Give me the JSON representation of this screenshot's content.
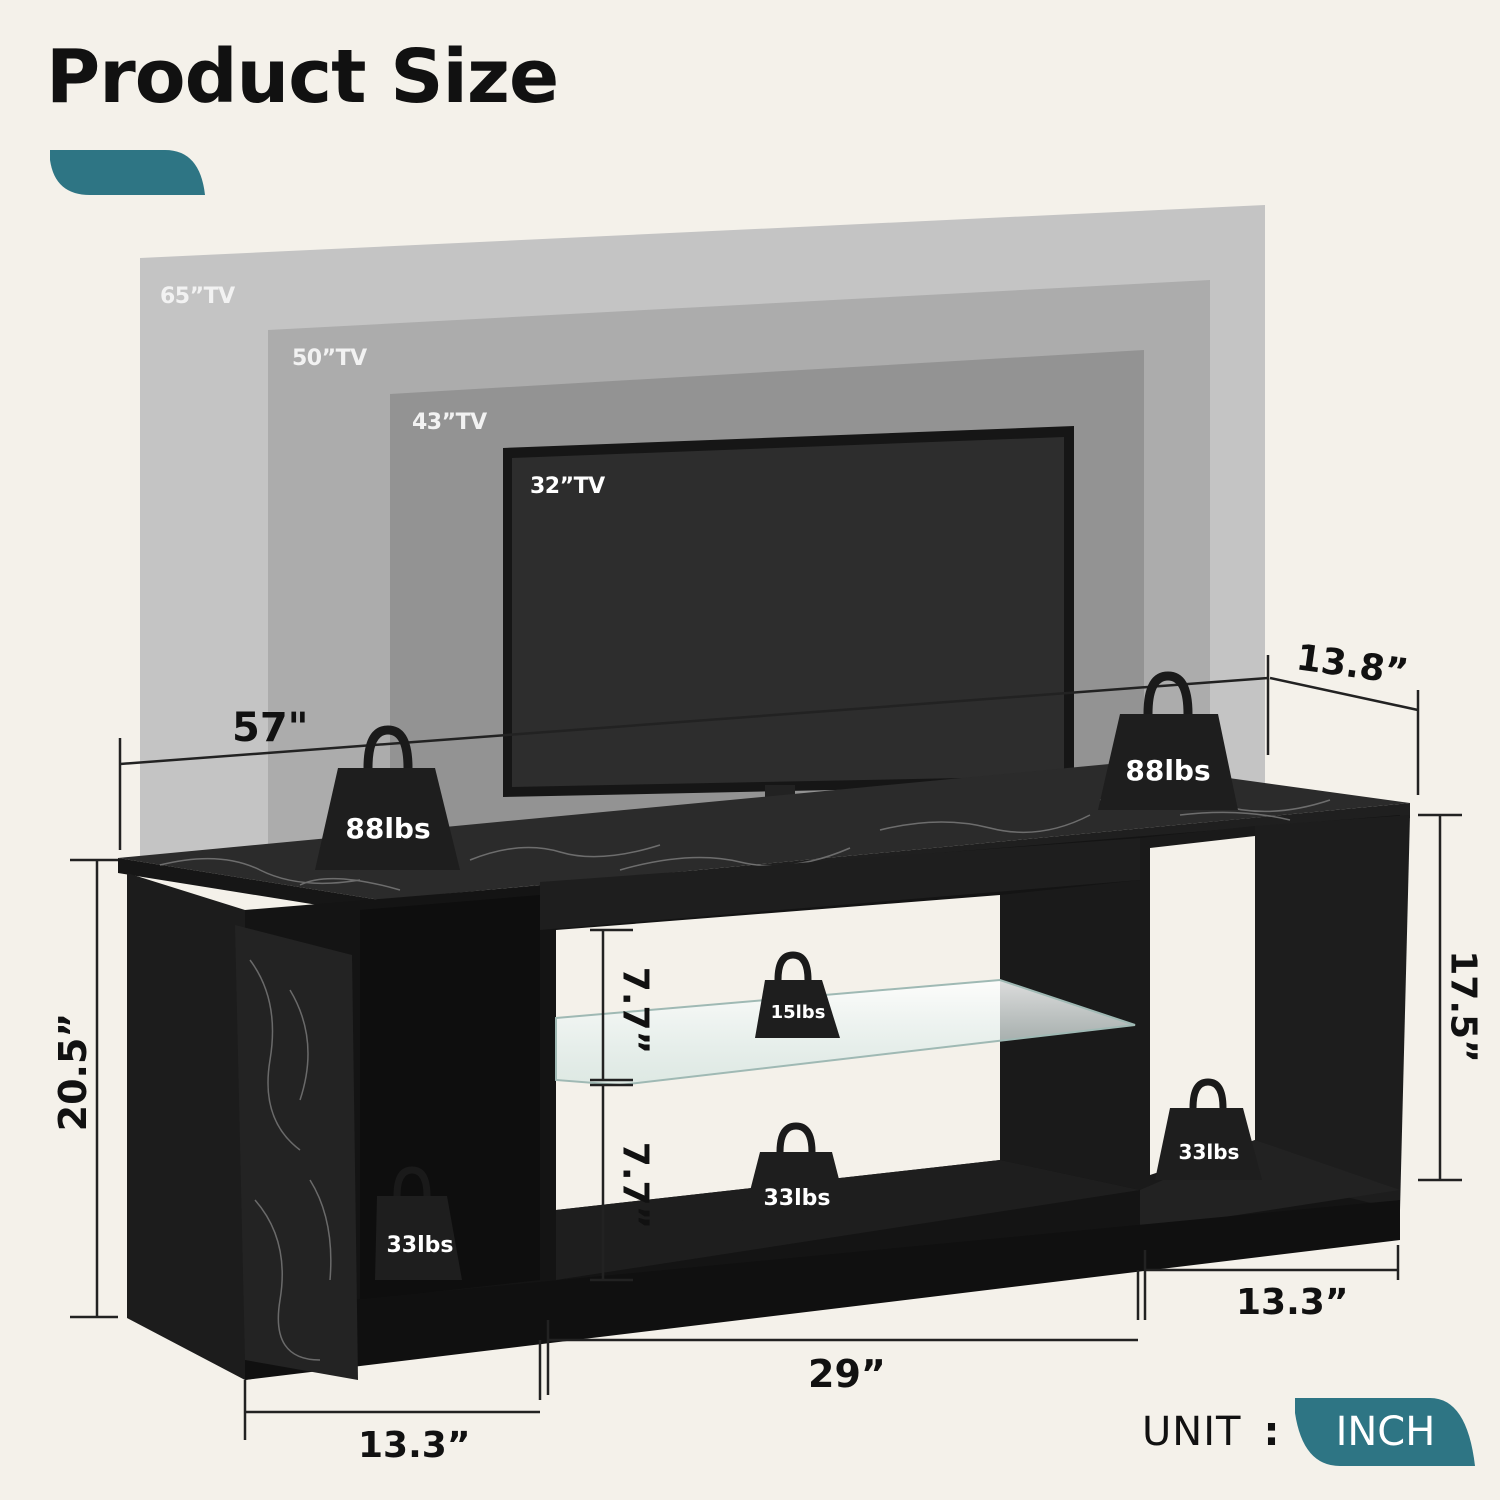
{
  "title": "Product Size",
  "colors": {
    "background": "#f4f1ea",
    "accent": "#2e7584",
    "furniture": "#1b1b1b",
    "tv_screen": "#2b2b2b",
    "weight_fill": "#1e1e1e"
  },
  "tv_sizes": [
    {
      "label": "65”TV",
      "color": "#f2f2f2"
    },
    {
      "label": "50”TV",
      "color": "#f2f2f2"
    },
    {
      "label": "43”TV",
      "color": "#f2f2f2"
    },
    {
      "label": "32”TV",
      "color": "#ffffff"
    }
  ],
  "dimensions": {
    "overall_width": "57\"",
    "overall_depth": "13.8”",
    "overall_height": "20.5”",
    "right_height": "17.5”",
    "shelf_top_height": "7.7”",
    "shelf_bottom_height": "7.7”",
    "left_width": "13.3”",
    "middle_width": "29”",
    "right_width": "13.3”"
  },
  "weights": {
    "top_left": "88lbs",
    "top_right": "88lbs",
    "glass_shelf": "15lbs",
    "middle_bottom": "33lbs",
    "right_bottom": "33lbs",
    "left_cabinet": "33lbs"
  },
  "unit": {
    "label": "UNIT",
    "separator": ":",
    "value": "INCH"
  }
}
